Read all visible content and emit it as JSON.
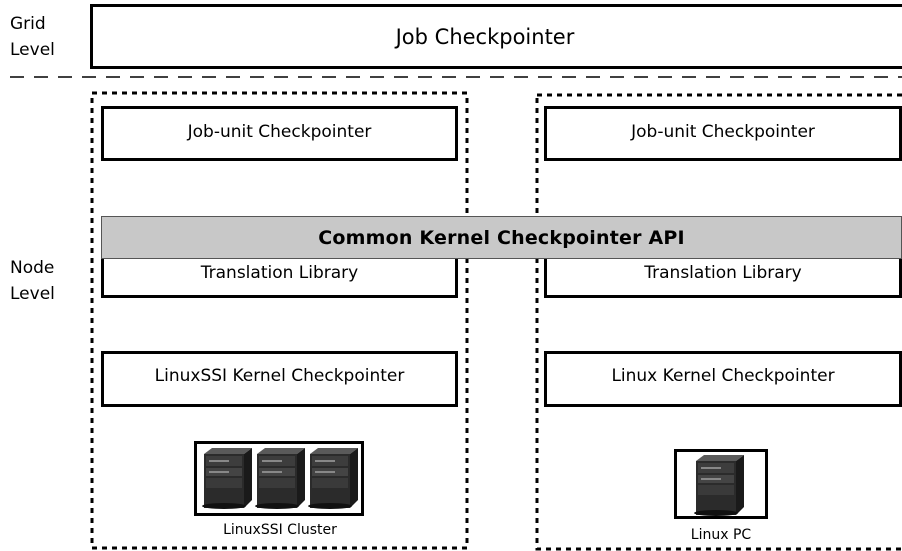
{
  "levels": {
    "grid": "Grid\nLevel",
    "node": "Node\nLevel"
  },
  "grid": {
    "title": "Job Checkpointer"
  },
  "api": {
    "label": "Common Kernel Checkpointer API"
  },
  "left_node": {
    "job_unit": "Job-unit Checkpointer",
    "translation": "Translation Library",
    "kernel": "LinuxSSI Kernel Checkpointer",
    "caption": "LinuxSSI Cluster",
    "server_count": 3
  },
  "right_node": {
    "job_unit": "Job-unit Checkpointer",
    "translation": "Translation Library",
    "kernel": "Linux Kernel Checkpointer",
    "caption": "Linux PC",
    "server_count": 1
  },
  "icons": {
    "server": "server-tower-icon"
  }
}
